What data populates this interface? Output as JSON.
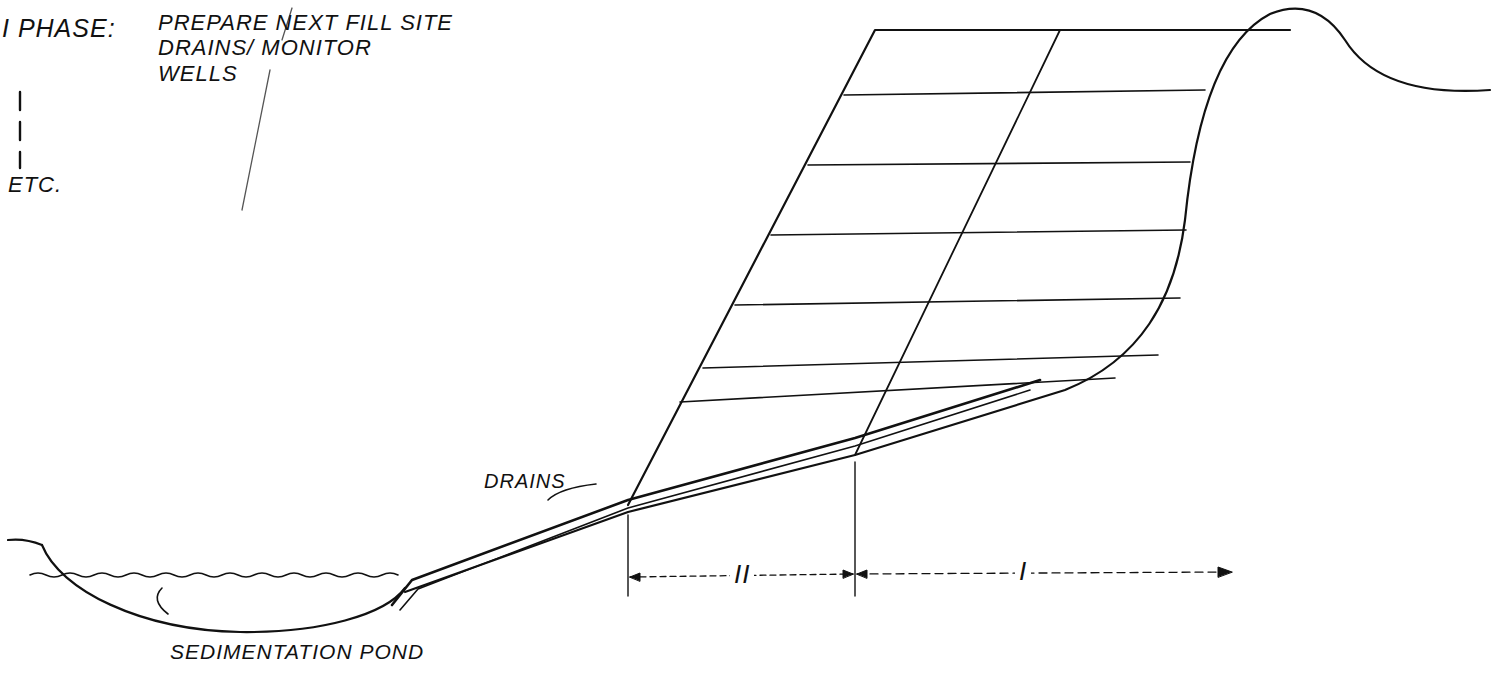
{
  "diagram": {
    "labels": [
      "I PHASE:",
      "PREPARE NEXT FILL SITE DRAINS/ MONITOR WELLS",
      "ETC.",
      "DRAINS",
      "II",
      "I",
      "SEDIMENTATION POND"
    ]
  }
}
